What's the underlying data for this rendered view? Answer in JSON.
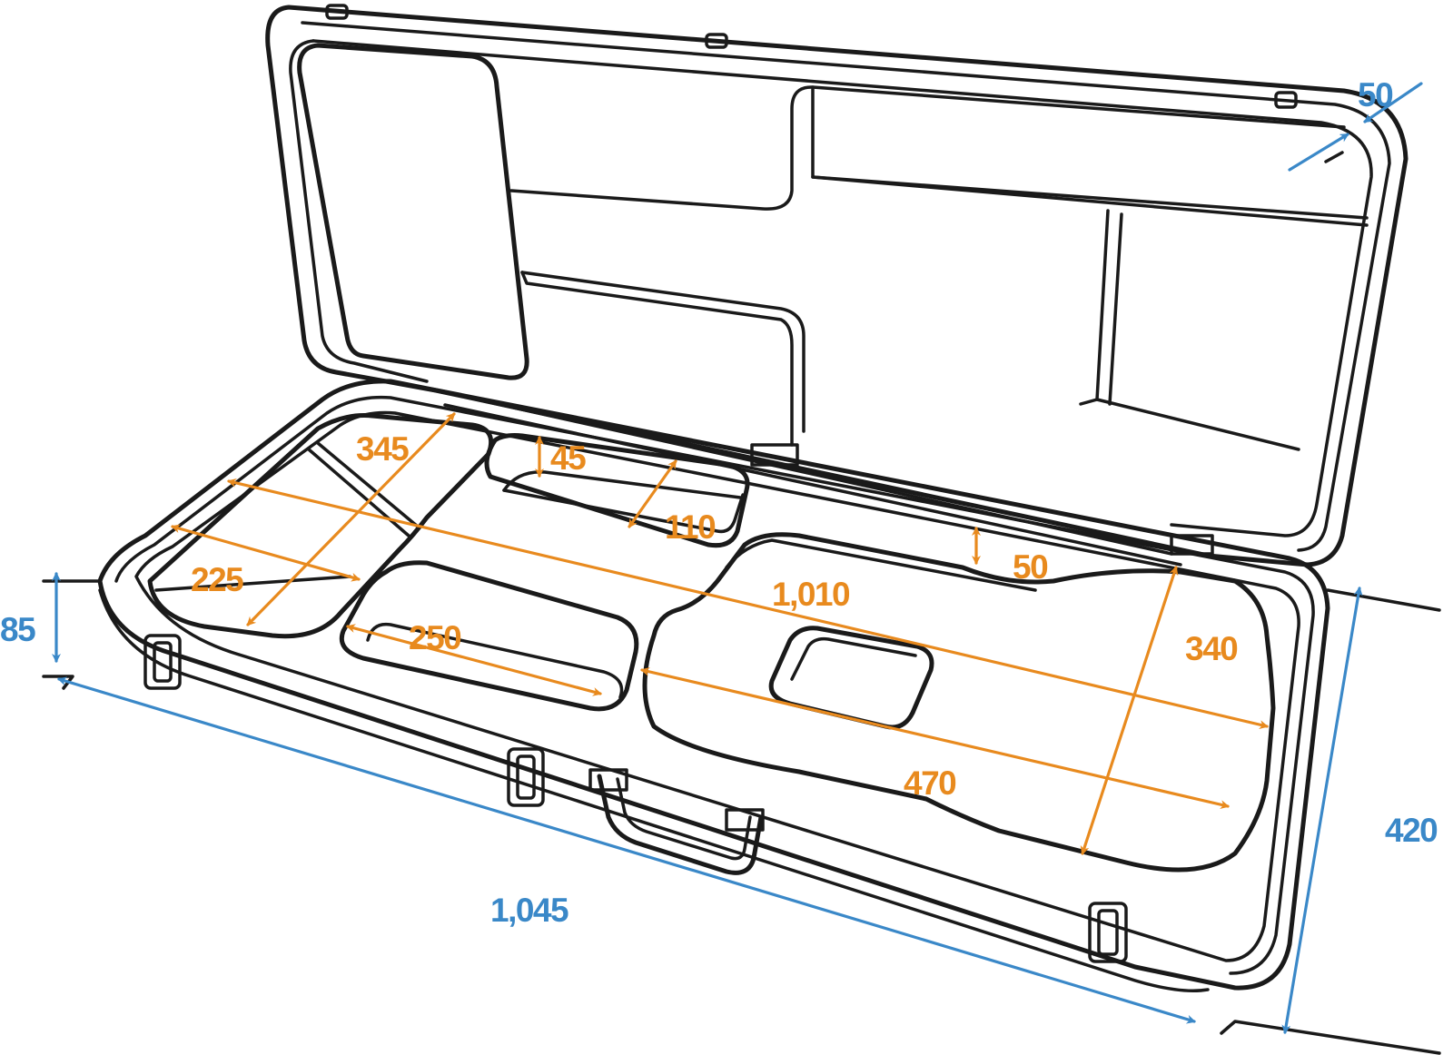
{
  "colors": {
    "outline": "#1a1a1a",
    "interior": "#e88a1e",
    "exterior": "#3a88c8"
  },
  "dimensions": {
    "exterior": {
      "length": "1,045",
      "height": "85",
      "width": "420",
      "lid_depth": "50"
    },
    "interior": {
      "total_length": "1,010",
      "neck_compartment": "345",
      "head_width": "225",
      "compartment_depth": "45",
      "compartment_width": "110",
      "compartment_length": "250",
      "body_depth": "50",
      "body_width": "340",
      "body_length": "470"
    }
  }
}
